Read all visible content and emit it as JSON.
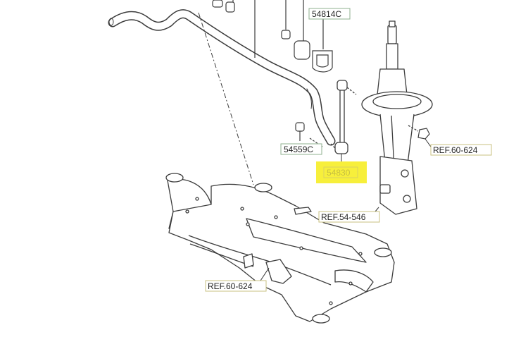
{
  "colors": {
    "line": "#3c3c3c",
    "leader": "#333333",
    "label_border": "#8fb08f",
    "label_fill": "#ffffff",
    "highlight": "#f7ef3b",
    "highlight_text": "#c8c040"
  },
  "labels": {
    "sway_bar_bushing": "54814C",
    "link_nut": "54559C",
    "stabilizer_link": "54830",
    "strut_ref": "REF.60-624",
    "knuckle_ref": "REF.54-546",
    "subframe_ref": "REF.60-624"
  }
}
